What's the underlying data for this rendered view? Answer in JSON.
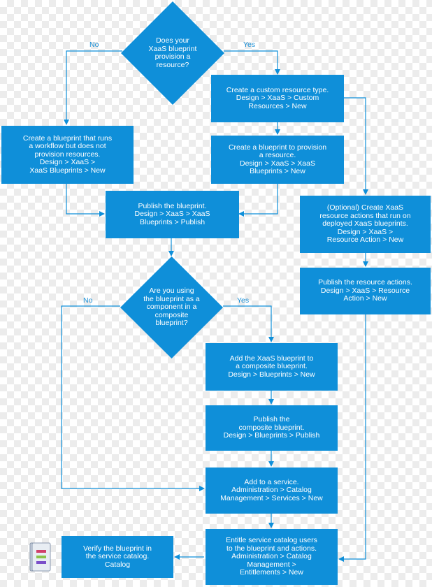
{
  "colors": {
    "box": "#0f8fd9",
    "connector": "#0f8fd9",
    "label": "#1a8fd6"
  },
  "decision1": {
    "lines": [
      "Does your",
      "XaaS blueprint",
      "provision a",
      "resource?"
    ],
    "no": "No",
    "yes": "Yes"
  },
  "decision2": {
    "lines": [
      "Are you using",
      "the blueprint as a",
      "component in a",
      "composite",
      "blueprint?"
    ],
    "no": "No",
    "yes": "Yes"
  },
  "boxes": {
    "custom_resource": {
      "lines": [
        "Create a custom resource type.",
        "Design > XaaS > Custom",
        "Resources > New"
      ]
    },
    "workflow_blueprint": {
      "lines": [
        "Create a blueprint that runs",
        "a workflow but does not",
        "provision resources.",
        "Design > XaaS >",
        "XaaS Blueprints > New"
      ]
    },
    "provision_blueprint": {
      "lines": [
        "Create a blueprint to provision",
        "a resource.",
        "Design > XaaS > XaaS",
        "Blueprints > New"
      ]
    },
    "publish_blueprint": {
      "lines": [
        "Publish the blueprint.",
        "Design > XaaS > XaaS",
        "Blueprints > Publish"
      ]
    },
    "resource_actions": {
      "lines": [
        "(Optional) Create XaaS",
        "resource actions that run on",
        "deployed XaaS blueprints.",
        "Design > XaaS >",
        "Resource Action > New"
      ]
    },
    "publish_actions": {
      "lines": [
        "Publish the resource actions.",
        "Design > XaaS > Resource",
        "Action > New"
      ]
    },
    "add_composite": {
      "lines": [
        "Add the XaaS blueprint to",
        "a composite blueprint.",
        "Design > Blueprints > New"
      ]
    },
    "publish_composite": {
      "lines": [
        "Publish the",
        "composite blueprint.",
        "Design > Blueprints > Publish"
      ]
    },
    "add_service": {
      "lines": [
        "Add to a service.",
        "Administration > Catalog",
        "Management > Services > New"
      ]
    },
    "entitle": {
      "lines": [
        "Entitle service catalog users",
        "to the blueprint and actions.",
        "Administration > Catalog",
        "Management >",
        "Entitlements > New"
      ]
    },
    "verify": {
      "lines": [
        "Verify the blueprint in",
        "the service catalog.",
        "Catalog"
      ]
    }
  },
  "icons": {
    "catalog": "catalog-book-icon"
  }
}
